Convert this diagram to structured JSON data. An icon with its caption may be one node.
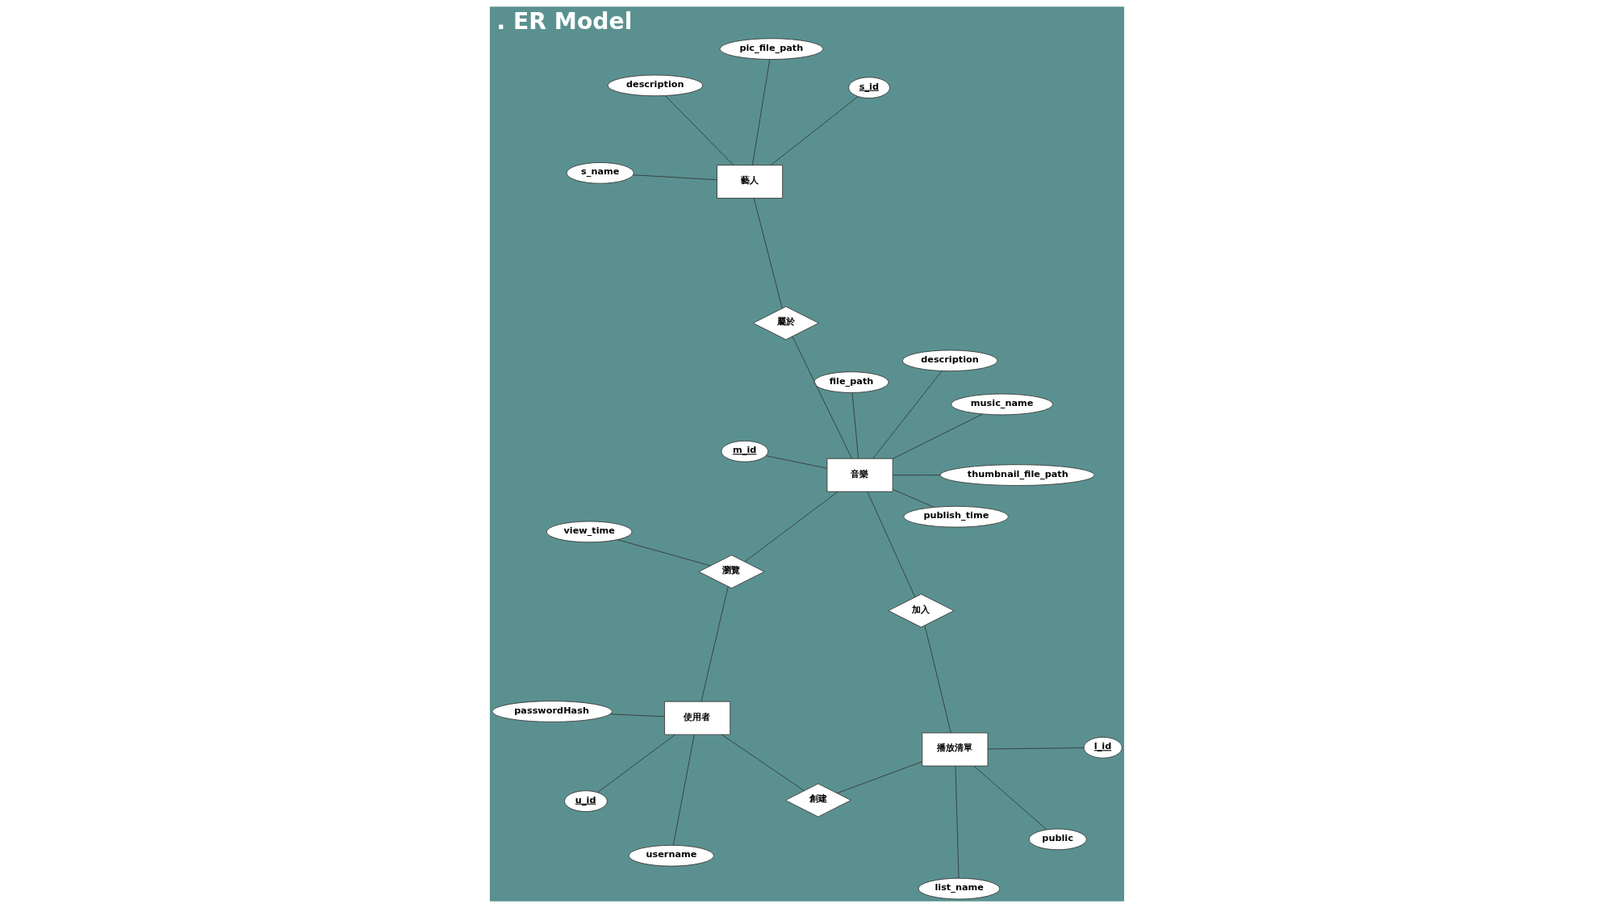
{
  "diagram": {
    "title": ". ER Model",
    "nodes": [
      {
        "text": [
          "使用者"
        ]
      },
      {
        "text": [
          "username"
        ]
      },
      {
        "text": [
          "u_id"
        ]
      },
      {
        "text": [
          "passwordHash"
        ]
      },
      {
        "text": [
          "創建"
        ]
      },
      {
        "text": [
          "播放清單"
        ]
      },
      {
        "text": [
          "list_name"
        ]
      },
      {
        "text": [
          "l_id"
        ]
      },
      {
        "text": [
          "public"
        ]
      },
      {
        "text": [
          "加入"
        ]
      },
      {
        "text": [
          "音樂"
        ]
      },
      {
        "text": [
          "m_id"
        ]
      },
      {
        "text": [
          "music_name"
        ]
      },
      {
        "text": [
          "description"
        ]
      },
      {
        "text": [
          "file_path"
        ]
      },
      {
        "text": [
          "publish_time"
        ]
      },
      {
        "text": [
          "thumbnail_file_path"
        ]
      },
      {
        "text": [
          "屬於"
        ]
      },
      {
        "text": [
          "藝人"
        ]
      },
      {
        "text": [
          "pic_file_path"
        ]
      },
      {
        "text": [
          "description"
        ]
      },
      {
        "text": [
          "s_name"
        ]
      },
      {
        "text": [
          "s_id"
        ]
      },
      {
        "text": [
          "瀏覽"
        ]
      },
      {
        "text": [
          "view_time"
        ]
      }
    ],
    "edges": [
      {
        "from": 0,
        "to": 1,
        "arrow": "none"
      },
      {
        "from": 0,
        "to": 2,
        "arrow": "none"
      },
      {
        "from": 0,
        "to": 3,
        "arrow": "none"
      },
      {
        "from": 0,
        "to": 4,
        "arrow": "none"
      },
      {
        "from": 4,
        "to": 5,
        "arrow": "none"
      },
      {
        "from": 5,
        "to": 6,
        "arrow": "none"
      },
      {
        "from": 5,
        "to": 7,
        "arrow": "none"
      },
      {
        "from": 5,
        "to": 8,
        "arrow": "none"
      },
      {
        "from": 5,
        "to": 9,
        "arrow": "none"
      },
      {
        "from": 9,
        "to": 10,
        "arrow": "none"
      },
      {
        "from": 10,
        "to": 11,
        "arrow": "none"
      },
      {
        "from": 10,
        "to": 12,
        "arrow": "none"
      },
      {
        "from": 10,
        "to": 13,
        "arrow": "none"
      },
      {
        "from": 10,
        "to": 14,
        "arrow": "none"
      },
      {
        "from": 10,
        "to": 15,
        "arrow": "none"
      },
      {
        "from": 10,
        "to": 16,
        "arrow": "none"
      },
      {
        "from": 10,
        "to": 17,
        "arrow": "none"
      },
      {
        "from": 17,
        "to": 18,
        "arrow": "none"
      },
      {
        "from": 18,
        "to": 19,
        "arrow": "none"
      },
      {
        "from": 18,
        "to": 20,
        "arrow": "none"
      },
      {
        "from": 18,
        "to": 21,
        "arrow": "none"
      },
      {
        "from": 18,
        "to": 22,
        "arrow": "none"
      },
      {
        "from": 0,
        "to": 23,
        "arrow": "none"
      },
      {
        "from": 23,
        "to": 10,
        "arrow": "none"
      },
      {
        "from": 23,
        "to": 24,
        "arrow": "none"
      }
    ]
  }
}
